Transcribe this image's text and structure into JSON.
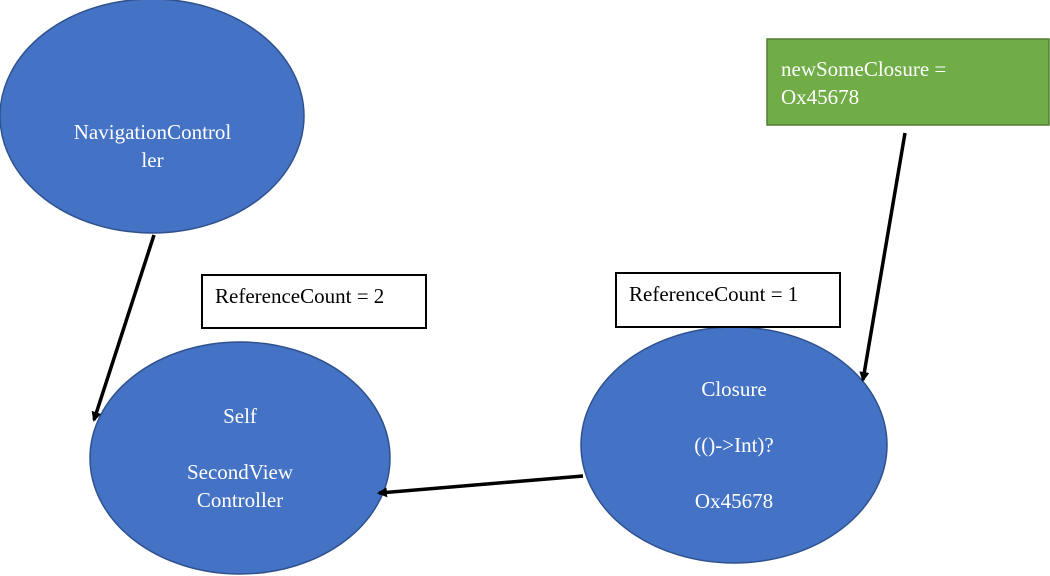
{
  "colors": {
    "ellipse_fill": "#4472c4",
    "ellipse_stroke": "#2f528f",
    "variable_box_fill": "#70ad47",
    "arrow": "#000000"
  },
  "nodes": {
    "navigation_controller": {
      "lines": [
        "NavigationControl",
        "ler"
      ]
    },
    "self": {
      "line1": "Self",
      "line2": "SecondView",
      "line3": "Controller"
    },
    "closure": {
      "line1": "Closure",
      "line2": "(()->Int)?",
      "line3": "Ox45678"
    }
  },
  "labels": {
    "self_reference_count": "ReferenceCount = 2",
    "closure_reference_count": "ReferenceCount = 1"
  },
  "variable": {
    "line1": "newSomeClosure =",
    "line2": "Ox45678"
  }
}
